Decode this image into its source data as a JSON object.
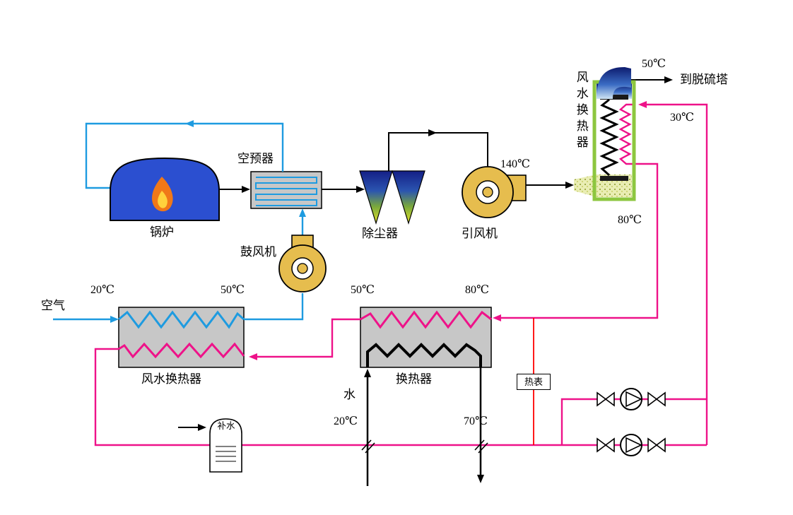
{
  "diagram": {
    "components": {
      "boiler": "锅炉",
      "air_preheater": "空预器",
      "blower": "鼓风机",
      "dust_collector": "除尘器",
      "induced_draft_fan": "引风机",
      "flue_gas_water_hx": "风水换热器",
      "air_water_hx": "风水换热器",
      "water_hx": "换热器",
      "heat_meter": "热表",
      "makeup_water": "补水"
    },
    "labels": {
      "air": "空气",
      "water": "水",
      "to_desulfurization_tower": "到脱硫塔"
    },
    "temperatures": {
      "air_in": "20℃",
      "air_out": "50℃",
      "flue_gas_after_fan": "140℃",
      "stack_outlet": "50℃",
      "hot_water_return": "30℃",
      "hot_water_supply": "80℃",
      "hx_hot_in": "80℃",
      "hx_hot_out": "50℃",
      "process_water_in": "20℃",
      "process_water_out": "70℃"
    },
    "colors": {
      "air_line": "#1e9be0",
      "hot_water_line": "#ee1289",
      "meter_line": "#ff0000",
      "fan_fill": "#e6bd4e",
      "boiler_fill": "#2b4fd0",
      "hx_box_fill": "#c7c7c7",
      "fgc_frame": "#8dc63f"
    }
  }
}
